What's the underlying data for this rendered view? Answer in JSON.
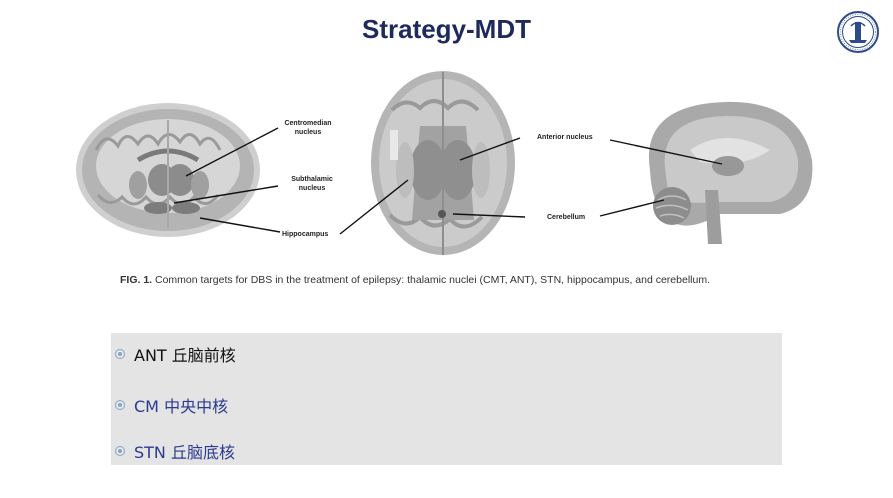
{
  "slide": {
    "title": "Strategy-MDT"
  },
  "figure": {
    "labels": {
      "centromedian": [
        "Centromedian",
        "nucleus"
      ],
      "subthalamic": [
        "Subthalamic",
        "nucleus"
      ],
      "hippocampus": "Hippocampus",
      "anterior": "Anterior nucleus",
      "cerebellum": "Cerebellum"
    },
    "caption": {
      "label": "FIG. 1.",
      "text": " Common targets for DBS in the treatment of epilepsy: thalamic nuclei (CMT, ANT), STN, hippocampus, and cerebellum."
    }
  },
  "bullets": [
    {
      "text": "ANT 丘脑前核",
      "color": "#111111"
    },
    {
      "text": "CM 中央中核",
      "color": "#2b3a8f"
    },
    {
      "text": "STN 丘脑底核",
      "color": "#2b3a8f"
    }
  ],
  "colors": {
    "title": "#1f2a5c",
    "box": "#e4e4e4"
  },
  "icons": {
    "logo": "university-seal-icon",
    "bullet": "bullet-dot-icon"
  }
}
